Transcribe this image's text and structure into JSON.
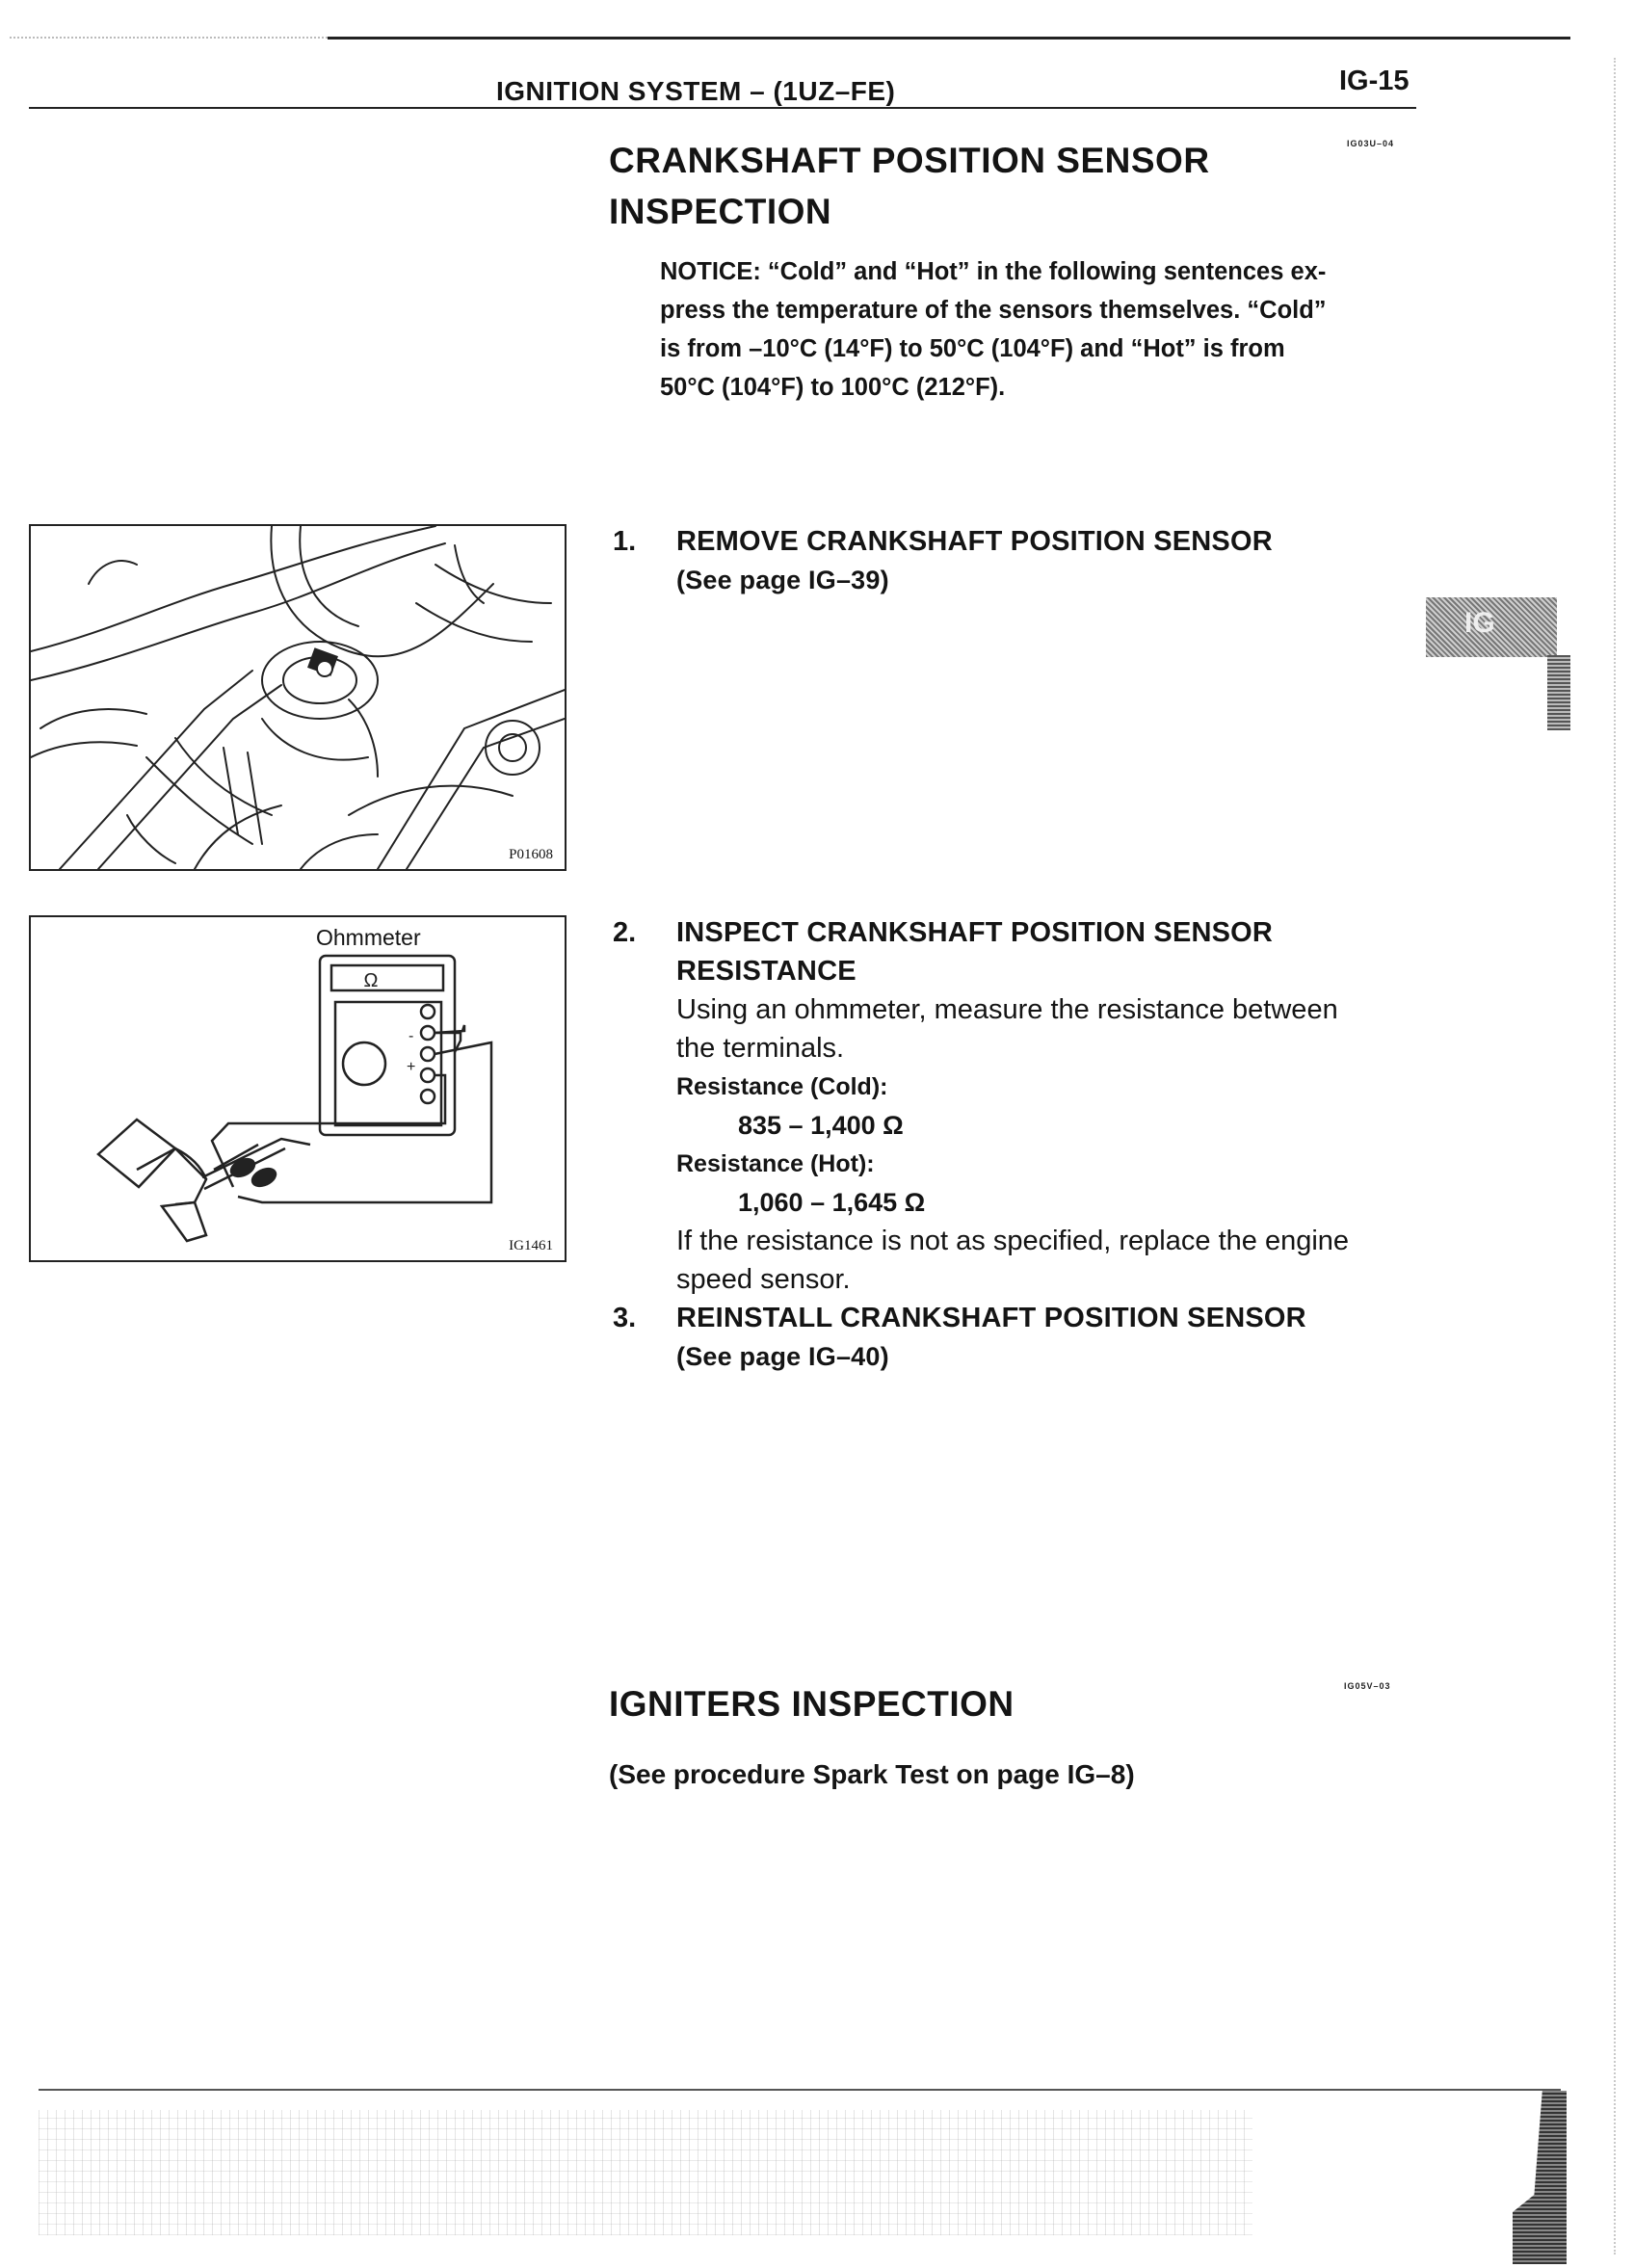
{
  "header": {
    "section_title": "IGNITION SYSTEM – (1UZ–FE)",
    "page_number": "IG-15"
  },
  "side_tab": {
    "label": "IG"
  },
  "crank_section": {
    "code": "IG03U–04",
    "title_line1": "CRANKSHAFT POSITION SENSOR",
    "title_line2": "INSPECTION",
    "notice_lines": [
      "NOTICE: “Cold” and “Hot” in the following sentences ex-",
      "press the temperature of the sensors themselves. “Cold”",
      "is from –10°C (14°F) to 50°C (104°F) and “Hot” is from",
      "50°C (104°F) to 100°C (212°F)."
    ]
  },
  "figure1": {
    "code": "P01608"
  },
  "figure2": {
    "label": "Ohmmeter",
    "symbol": "Ω",
    "code": "IG1461"
  },
  "steps": [
    {
      "number": "1.",
      "title_lines": [
        "REMOVE CRANKSHAFT POSITION SENSOR"
      ],
      "ref": "(See page IG–39)"
    },
    {
      "number": "2.",
      "title_lines": [
        "INSPECT CRANKSHAFT POSITION SENSOR",
        "RESISTANCE"
      ],
      "body_lines": [
        "Using an ohmmeter, measure the resistance between",
        "the terminals."
      ],
      "spec1_label": "Resistance (Cold):",
      "spec1_value": "835 – 1,400 Ω",
      "spec2_label": "Resistance (Hot):",
      "spec2_value": "1,060 – 1,645 Ω",
      "after_lines": [
        "If the resistance is not as specified, replace the engine",
        "speed sensor."
      ]
    },
    {
      "number": "3.",
      "title_lines": [
        "REINSTALL CRANKSHAFT POSITION SENSOR"
      ],
      "ref": "(See page IG–40)"
    }
  ],
  "igniters_section": {
    "code": "IG05V–03",
    "title": "IGNITERS INSPECTION",
    "body": "(See procedure Spark Test on page IG–8)"
  }
}
